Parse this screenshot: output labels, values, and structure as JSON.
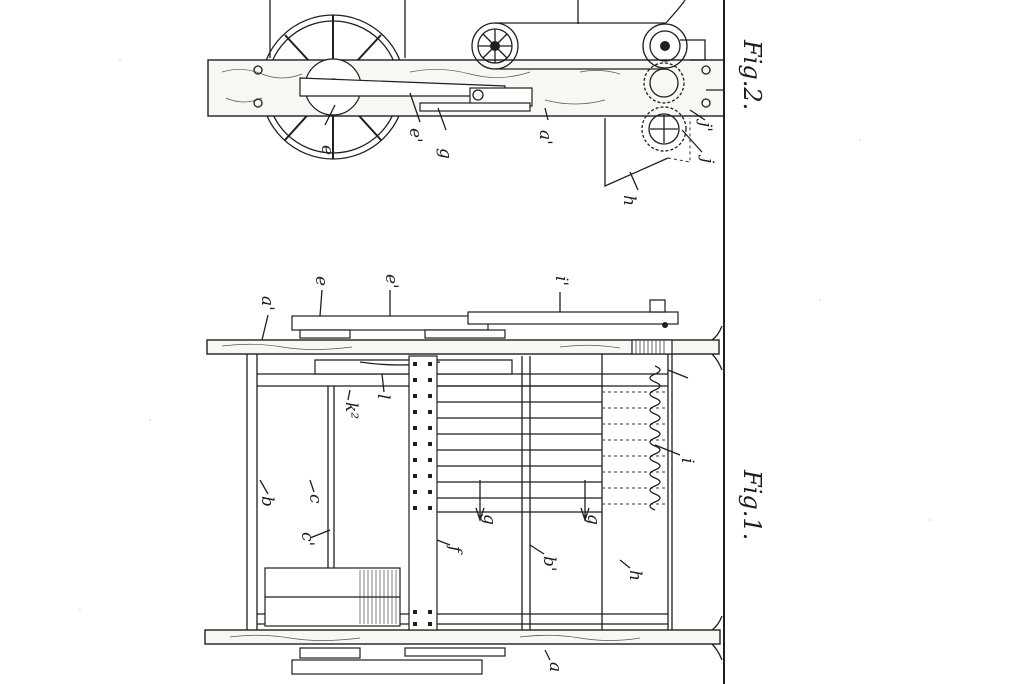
{
  "figures": {
    "fig1": "Fig.1.",
    "fig2": "Fig.2."
  },
  "fig1_labels": {
    "a_prime_top": "a'",
    "e_top": "e",
    "e_prime_top": "e'",
    "i_prime_top": "i'",
    "k2": "k²",
    "l": "l",
    "i": "i",
    "b": "b",
    "c": "c",
    "c_prime": "c'",
    "f": "f",
    "g_left": "g",
    "b_prime": "b'",
    "g_right": "g",
    "h": "h",
    "a": "a"
  },
  "fig2_labels": {
    "e": "e",
    "e_prime": "e'",
    "g": "g",
    "a_prime": "a'",
    "h": "h",
    "j": "j",
    "j_prime": "j'"
  }
}
